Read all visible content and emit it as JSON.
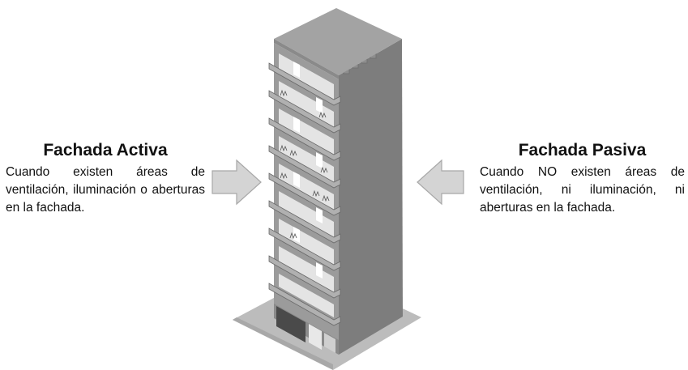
{
  "left": {
    "title": "Fachada Activa",
    "description": "Cuando existen áreas de ventilación, iluminación o aberturas en la fachada."
  },
  "right": {
    "title": "Fachada Pasiva",
    "description": "Cuando NO existen áreas de ventilación, ni iluminación, ni aberturas en la fachada."
  },
  "colors": {
    "arrow_fill": "#d4d4d4",
    "arrow_stroke": "#a8a8a8",
    "building_dark": "#7e7e7e",
    "building_front": "#9a9a9a",
    "roof": "#a4a4a4",
    "window": "#e6e6e6",
    "ground": "#b9b9b9"
  },
  "icons": [
    "arrow-right-icon",
    "arrow-left-icon",
    "building-illustration"
  ]
}
